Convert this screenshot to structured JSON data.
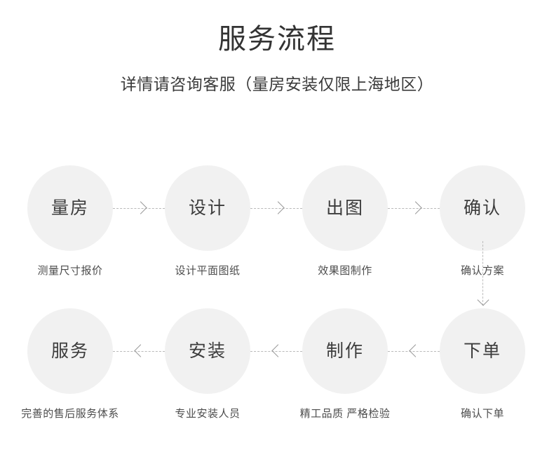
{
  "header": {
    "title": "服务流程",
    "subtitle": "详情请咨询客服（量房安装仅限上海地区）"
  },
  "colors": {
    "circle_fill": "#f1f1f1",
    "node_label": "#3c3c3c",
    "caption": "#4c4c4c",
    "title": "#333333",
    "connector": "#b9b9b9",
    "background": "#ffffff"
  },
  "rows": [
    {
      "direction": "left-to-right",
      "nodes": [
        {
          "label": "量房",
          "caption": "测量尺寸报价"
        },
        {
          "label": "设计",
          "caption": "设计平面图纸"
        },
        {
          "label": "出图",
          "caption": "效果图制作"
        },
        {
          "label": "确认",
          "caption": "确认方案"
        }
      ],
      "connectors": [
        {
          "icon": "chevron-right-icon"
        },
        {
          "icon": "chevron-right-icon"
        },
        {
          "icon": "chevron-right-icon"
        }
      ]
    },
    {
      "direction": "right-to-left",
      "nodes": [
        {
          "label": "服务",
          "caption": "完善的售后服务体系"
        },
        {
          "label": "安装",
          "caption": "专业安装人员"
        },
        {
          "label": "制作",
          "caption": "精工品质 严格检验"
        },
        {
          "label": "下单",
          "caption": "确认下单"
        }
      ],
      "connectors": [
        {
          "icon": "chevron-left-icon"
        },
        {
          "icon": "chevron-left-icon"
        },
        {
          "icon": "chevron-left-icon"
        }
      ]
    }
  ],
  "row_link": {
    "icon": "chevron-down-icon",
    "from": "确认",
    "to": "下单"
  }
}
